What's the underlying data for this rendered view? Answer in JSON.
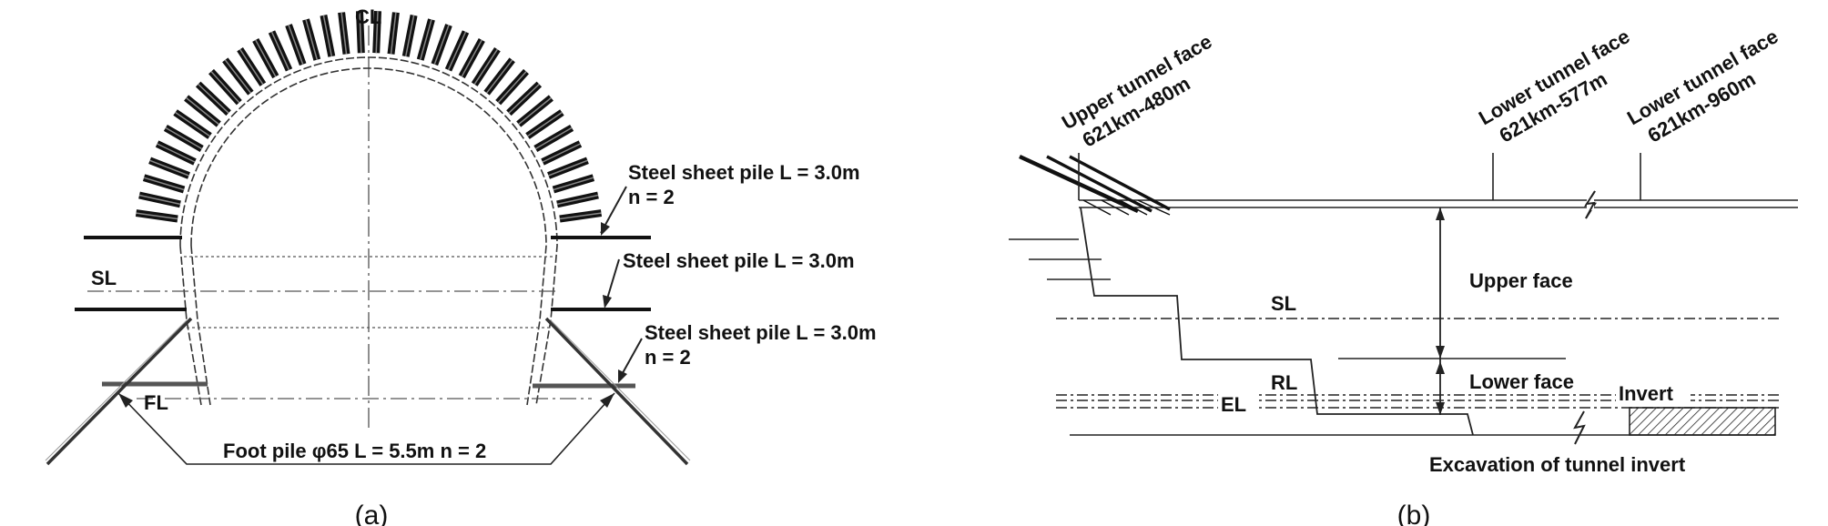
{
  "panel_a": {
    "caption": "(a)",
    "cl": "CL",
    "sl": "SL",
    "fl": "FL",
    "pile_1_line1": "Steel sheet pile L = 3.0m",
    "pile_1_line2": "n = 2",
    "pile_2": "Steel sheet pile L = 3.0m",
    "pile_3_line1": "Steel sheet pile L = 3.0m",
    "pile_3_line2": "n = 2",
    "foot_pile": "Foot pile φ65 L = 5.5m n = 2"
  },
  "panel_b": {
    "caption": "(b)",
    "upper_face_line1": "Upper tunnel face",
    "upper_face_line2": "621km-480m",
    "lower_face1_line1": "Lower tunnel face",
    "lower_face1_line2": "621km-577m",
    "lower_face2_line1": "Lower tunnel face",
    "lower_face2_line2": "621km-960m",
    "upper_face": "Upper face",
    "lower_face": "Lower face",
    "sl": "SL",
    "rl": "RL",
    "el": "EL",
    "invert": "Invert",
    "excavation": "Excavation of tunnel invert"
  }
}
